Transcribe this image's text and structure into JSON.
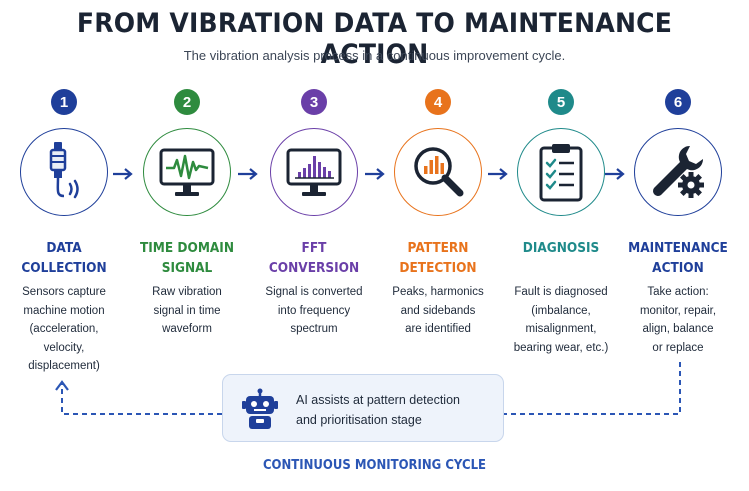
{
  "title": "FROM VIBRATION DATA TO MAINTENANCE ACTION",
  "subtitle": "The vibration analysis process in a continuous improvement cycle.",
  "steps": [
    {
      "number": "1",
      "label_lines": [
        "DATA",
        "COLLECTION"
      ],
      "desc_lines": [
        "Sensors capture",
        "machine motion",
        "(acceleration,",
        "velocity,",
        "displacement)"
      ],
      "color": "#1f3f9a",
      "icon": "vibration-sensor-icon"
    },
    {
      "number": "2",
      "label_lines": [
        "TIME DOMAIN",
        "SIGNAL"
      ],
      "desc_lines": [
        "Raw vibration",
        "signal in time",
        "waveform"
      ],
      "color": "#2e8b3e",
      "icon": "waveform-monitor-icon"
    },
    {
      "number": "3",
      "label_lines": [
        "FFT",
        "CONVERSION"
      ],
      "desc_lines": [
        "Signal is converted",
        "into frequency",
        "spectrum"
      ],
      "color": "#6a3fa8",
      "icon": "spectrum-monitor-icon"
    },
    {
      "number": "4",
      "label_lines": [
        "PATTERN",
        "DETECTION"
      ],
      "desc_lines": [
        "Peaks, harmonics",
        "and sidebands",
        "are identified"
      ],
      "color": "#e8731c",
      "icon": "magnifier-chart-icon"
    },
    {
      "number": "5",
      "label_lines": [
        "DIAGNOSIS"
      ],
      "desc_lines": [
        "Fault is diagnosed",
        "(imbalance,",
        "misalignment,",
        "bearing wear, etc.)"
      ],
      "color": "#1f8a8a",
      "icon": "clipboard-checklist-icon"
    },
    {
      "number": "6",
      "label_lines": [
        "MAINTENANCE",
        "ACTION"
      ],
      "desc_lines": [
        "Take action:",
        "monitor, repair,",
        "align, balance",
        "or replace"
      ],
      "color": "#1f3f9a",
      "icon": "wrench-gear-icon"
    }
  ],
  "ai_box": {
    "text_lines": [
      "AI assists at pattern detection",
      "and prioritisation stage"
    ],
    "icon": "robot-icon"
  },
  "cycle_label": "CONTINUOUS MONITORING CYCLE",
  "colors": {
    "arrow": "#1f3f9a",
    "loop": "#2b56b5",
    "ai_box_bg": "#eef3fb"
  }
}
